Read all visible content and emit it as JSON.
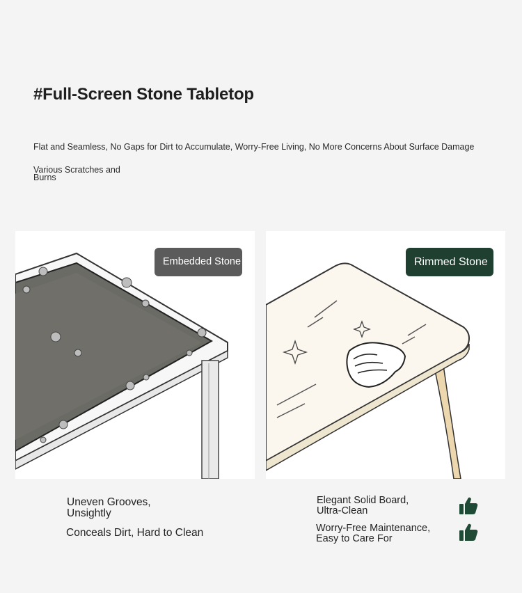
{
  "header": {
    "title": "#Full-Screen Stone Tabletop",
    "subtitle_line1": "Flat and Seamless, No Gaps for Dirt to Accumulate, Worry-Free Living, No More Concerns About Surface Damage",
    "subtitle_line2": "Various Scratches and Burns"
  },
  "left_panel": {
    "badge": "Embedded Stone",
    "points": [
      "Uneven Grooves, Unsightly",
      "Conceals Dirt, Hard to Clean"
    ]
  },
  "right_panel": {
    "badge": "Rimmed Stone",
    "points": [
      "Elegant Solid Board, Ultra-Clean",
      "Worry-Free Maintenance, Easy to Care For"
    ]
  },
  "colors": {
    "background": "#f4f4f4",
    "badge_gray": "#5b5b5b",
    "badge_green": "#1f3f30",
    "thumb_green": "#1f4a36"
  },
  "icons": [
    "thumbs-up-icon"
  ]
}
